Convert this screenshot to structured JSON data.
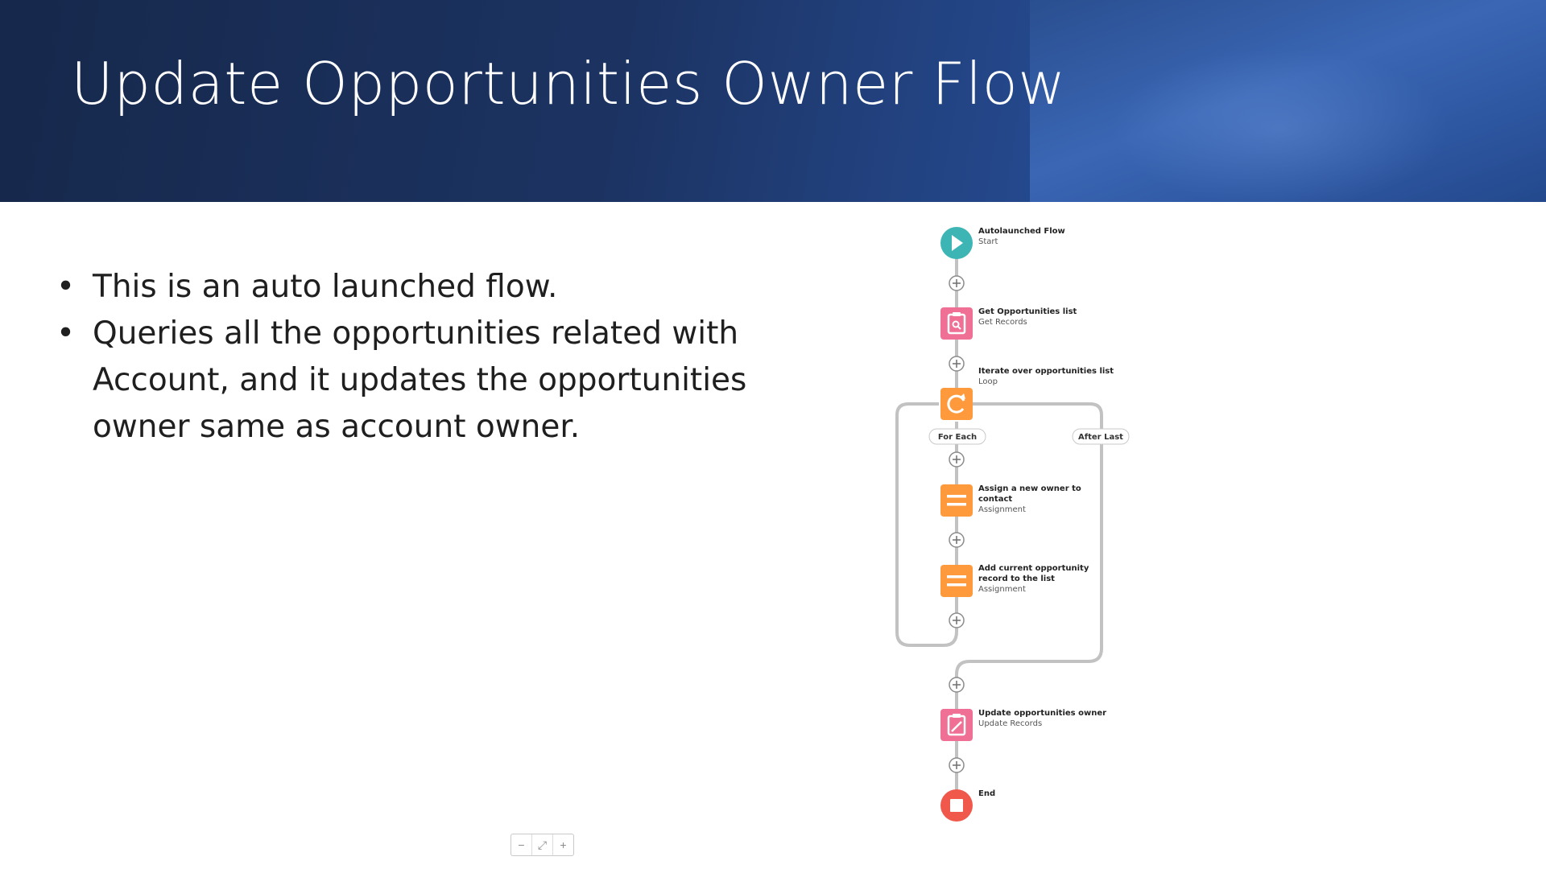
{
  "slide": {
    "title": "Update Opportunities Owner Flow",
    "bullets": [
      "This is an auto launched flow.",
      "Queries all the opportunities related with Account, and it updates the opportunities owner same as account owner."
    ]
  },
  "flow": {
    "nodes": [
      {
        "id": "start",
        "icon": "play-icon",
        "title_lines": [
          "Autolaunched Flow"
        ],
        "subtitle": "Start"
      },
      {
        "id": "get-records",
        "icon": "clipboard-search-icon",
        "title_lines": [
          "Get Opportunities list"
        ],
        "subtitle": "Get Records"
      },
      {
        "id": "loop",
        "icon": "loop-icon",
        "title_lines": [
          "Iterate over opportunities list"
        ],
        "subtitle": "Loop"
      },
      {
        "id": "assign-owner",
        "icon": "assignment-icon",
        "title_lines": [
          "Assign a new owner to",
          "contact"
        ],
        "subtitle": "Assignment"
      },
      {
        "id": "add-to-list",
        "icon": "assignment-icon",
        "title_lines": [
          "Add current opportunity",
          "record to the list"
        ],
        "subtitle": "Assignment"
      },
      {
        "id": "update-records",
        "icon": "clipboard-edit-icon",
        "title_lines": [
          "Update opportunities owner"
        ],
        "subtitle": "Update Records"
      },
      {
        "id": "end",
        "icon": "stop-icon",
        "title_lines": [
          "End"
        ],
        "subtitle": ""
      }
    ],
    "loop_labels": {
      "for_each": "For Each",
      "after_last": "After Last"
    },
    "colors": {
      "start": "#3db5b5",
      "records": "#f06f95",
      "logic": "#ff9a3c",
      "end": "#f0584b",
      "connector": "#c2c2c2"
    }
  },
  "zoom_controls": {
    "zoom_out": "−",
    "fit": "⤢",
    "zoom_in": "+"
  }
}
